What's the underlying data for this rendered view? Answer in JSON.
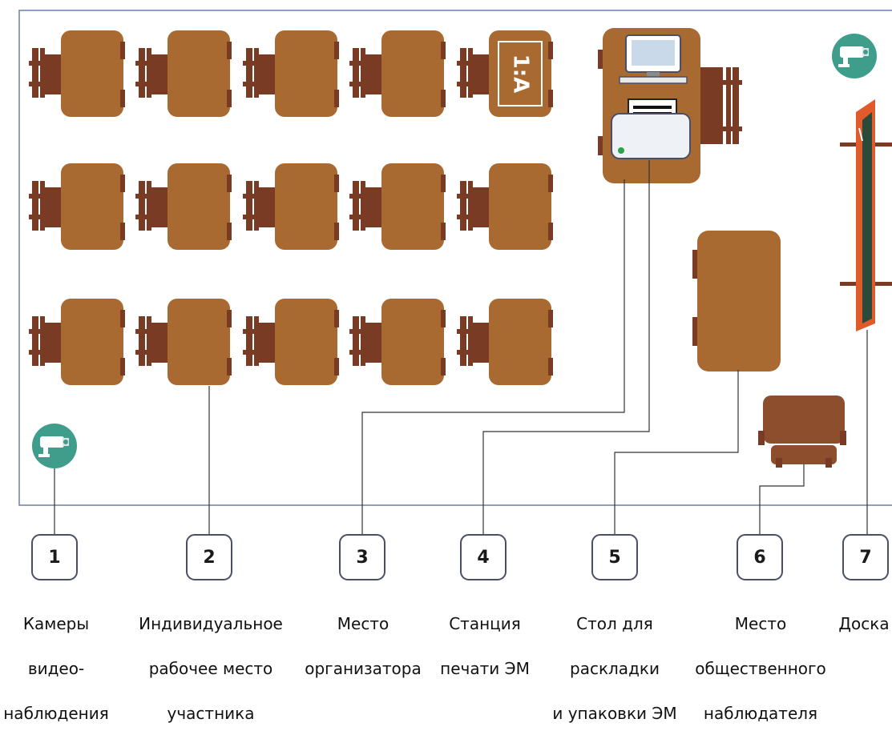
{
  "colors": {
    "room_border": "#6a7fa6",
    "desk": "#a96a31",
    "desk_dark": "#7a3b24",
    "chair": "#7a3b24",
    "observer_chair": "#8c4e2c",
    "camera_bg": "#3f9d8b",
    "board_frame": "#e05a2a",
    "board_surface": "#2c4a3a",
    "leader_line": "#333333"
  },
  "seat_label": "1:A",
  "legend": [
    {
      "number": "1",
      "icon": "camera-icon",
      "caption": [
        "Камеры",
        "видео-",
        "наблюдения"
      ]
    },
    {
      "number": "2",
      "icon": "desk-icon",
      "caption": [
        "Индивидуальное",
        "рабочее место",
        "участника"
      ]
    },
    {
      "number": "3",
      "icon": "organizer-icon",
      "caption": [
        "Место",
        "организатора"
      ]
    },
    {
      "number": "4",
      "icon": "printer-icon",
      "caption": [
        "Станция",
        "печати ЭМ"
      ]
    },
    {
      "number": "5",
      "icon": "table-icon",
      "caption": [
        "Стол для",
        "раскладки",
        "и упаковки ЭМ"
      ]
    },
    {
      "number": "6",
      "icon": "chair-icon",
      "caption": [
        "Место",
        "общественного",
        "наблюдателя"
      ]
    },
    {
      "number": "7",
      "icon": "board-icon",
      "caption": [
        "Доска"
      ]
    }
  ]
}
